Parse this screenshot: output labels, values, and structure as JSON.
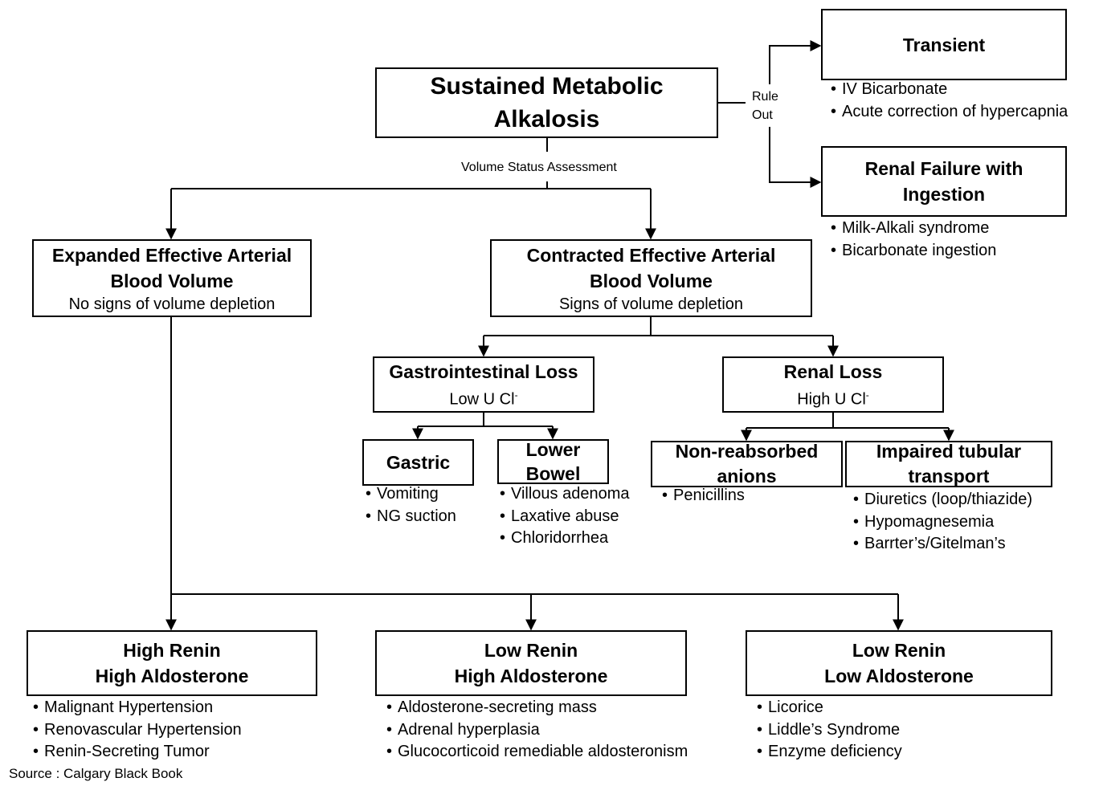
{
  "root": {
    "title": "Sustained Metabolic Alkalosis"
  },
  "rule_out_label": [
    "Rule",
    "Out"
  ],
  "volume_label": "Volume Status Assessment",
  "transient": {
    "title": "Transient",
    "items": [
      "IV Bicarbonate",
      "Acute correction of hypercapnia"
    ]
  },
  "renal_failure": {
    "title": [
      "Renal Failure with",
      "Ingestion"
    ],
    "items": [
      "Milk-Alkali syndrome",
      "Bicarbonate ingestion"
    ]
  },
  "expanded": {
    "title": [
      "Expanded Effective Arterial",
      "Blood Volume"
    ],
    "subtitle": "No signs of volume depletion"
  },
  "contracted": {
    "title": [
      "Contracted Effective Arterial",
      "Blood Volume"
    ],
    "subtitle": "Signs of volume depletion"
  },
  "gi_loss": {
    "title": "Gastrointestinal Loss",
    "subtitle": "Low U Cl",
    "superscript": "-"
  },
  "renal_loss": {
    "title": "Renal Loss",
    "subtitle": "High U Cl",
    "superscript": "-"
  },
  "gastric": {
    "title": "Gastric",
    "items": [
      "Vomiting",
      "NG suction"
    ]
  },
  "lower_bowel": {
    "title": [
      "Lower",
      "Bowel"
    ],
    "items": [
      "Villous adenoma",
      "Laxative abuse",
      "Chloridorrhea"
    ]
  },
  "non_reabsorbed": {
    "title": [
      "Non-reabsorbed",
      "anions"
    ],
    "items": [
      "Penicillins"
    ]
  },
  "impaired": {
    "title": [
      "Impaired tubular",
      "transport"
    ],
    "items": [
      "Diuretics (loop/thiazide)",
      "Hypomagnesemia",
      "Barrter’s/Gitelman’s"
    ]
  },
  "high_renin_high_aldo": {
    "title": [
      "High Renin",
      "High Aldosterone"
    ],
    "items": [
      "Malignant Hypertension",
      "Renovascular Hypertension",
      "Renin-Secreting Tumor"
    ]
  },
  "low_renin_high_aldo": {
    "title": [
      "Low Renin",
      "High Aldosterone"
    ],
    "items": [
      "Aldosterone-secreting mass",
      "Adrenal hyperplasia",
      "Glucocorticoid remediable aldosteronism"
    ]
  },
  "low_renin_low_aldo": {
    "title": [
      "Low Renin",
      "Low Aldosterone"
    ],
    "items": [
      "Licorice",
      "Liddle’s Syndrome",
      "Enzyme deficiency"
    ]
  },
  "source": "Source : Calgary Black Book"
}
